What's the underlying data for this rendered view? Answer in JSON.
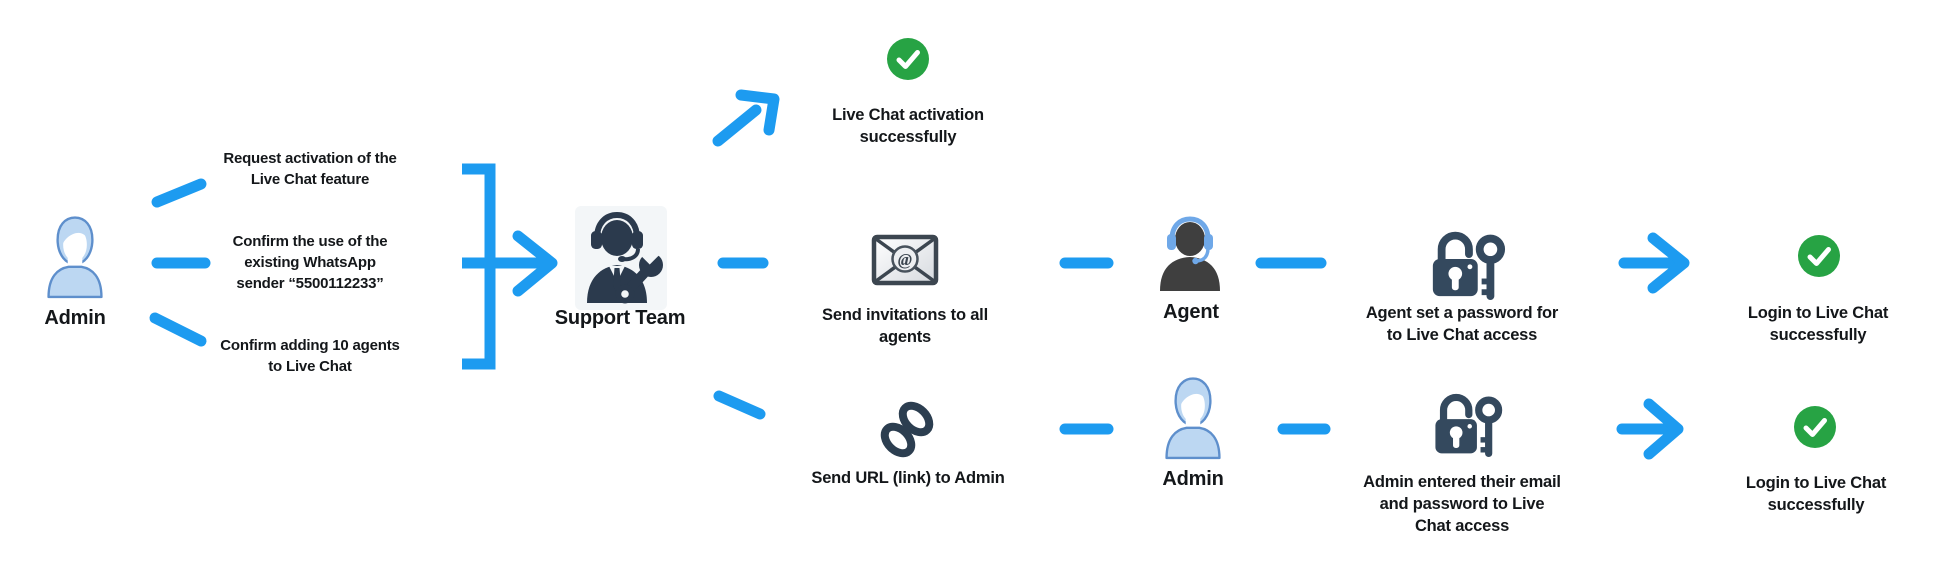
{
  "diagram": {
    "background": "#FFFFFF",
    "colors": {
      "connector_blue": "#1D9BF0",
      "success_green": "#27A344",
      "icon_dark_navy": "#2B3A4D",
      "lock_slate": "#34495E",
      "avatar_light_blue": "#BCD7F2",
      "avatar_outline_blue": "#5E8FCC",
      "agent_gray": "#3F3F3F",
      "headset_blue": "#6FA8E8",
      "text_dark": "#14171A"
    },
    "actors": {
      "admin_left": "Admin",
      "support_team": "Support Team",
      "agent": "Agent",
      "admin_bottom": "Admin"
    },
    "admin_requests": [
      "Request activation of the\nLive Chat feature",
      "Confirm the use of the\nexisting WhatsApp\nsender “5500112233”",
      "Confirm adding 10 agents\nto Live Chat"
    ],
    "steps": {
      "activation_success": "Live Chat activation\nsuccessfully",
      "send_invitations": "Send invitations to all\nagents",
      "agent_set_password": "Agent set a password for\nto Live Chat access",
      "login_success_agent": "Login to Live Chat\nsuccessfully",
      "send_url": "Send URL (link) to Admin",
      "admin_credentials": "Admin entered their email\nand password to Live\nChat access",
      "login_success_admin": "Login to Live Chat\nsuccessfully"
    },
    "icons": {
      "at_symbol": "@"
    }
  }
}
